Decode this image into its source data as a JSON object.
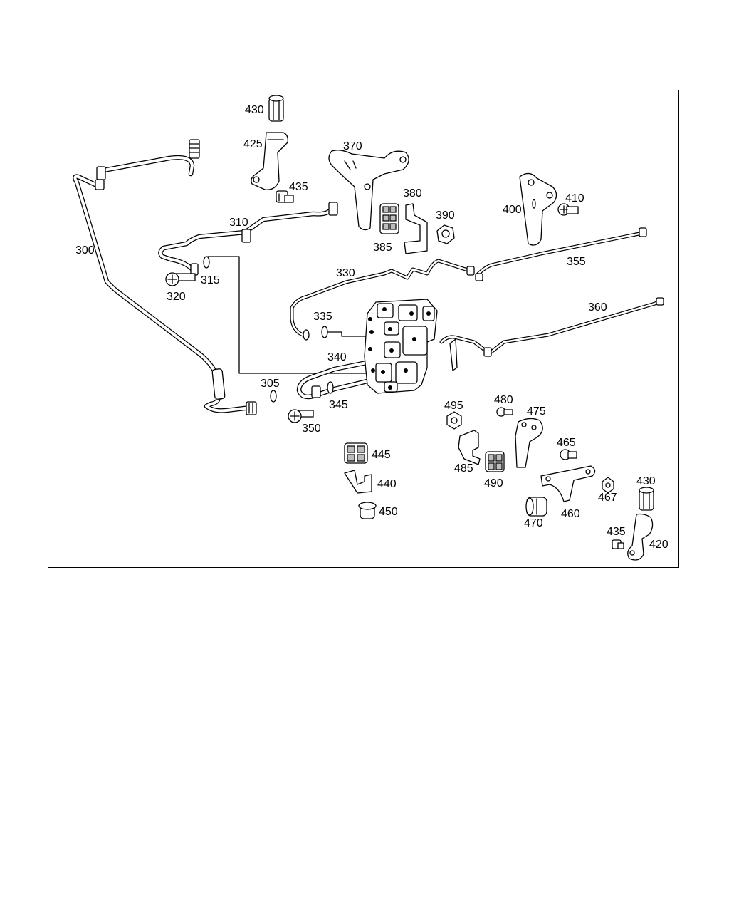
{
  "diagram": {
    "labels": {
      "p300": "300",
      "p305": "305",
      "p310": "310",
      "p315": "315",
      "p320": "320",
      "p330": "330",
      "p335": "335",
      "p340": "340",
      "p345": "345",
      "p350": "350",
      "p355": "355",
      "p360": "360",
      "p370": "370",
      "p380": "380",
      "p385": "385",
      "p390": "390",
      "p400": "400",
      "p410": "410",
      "p420": "420",
      "p425": "425",
      "p430a": "430",
      "p430b": "430",
      "p435a": "435",
      "p435b": "435",
      "p440": "440",
      "p445": "445",
      "p450": "450",
      "p460": "460",
      "p465": "465",
      "p467": "467",
      "p470": "470",
      "p475": "475",
      "p480": "480",
      "p485": "485",
      "p490": "490",
      "p495": "495"
    }
  }
}
